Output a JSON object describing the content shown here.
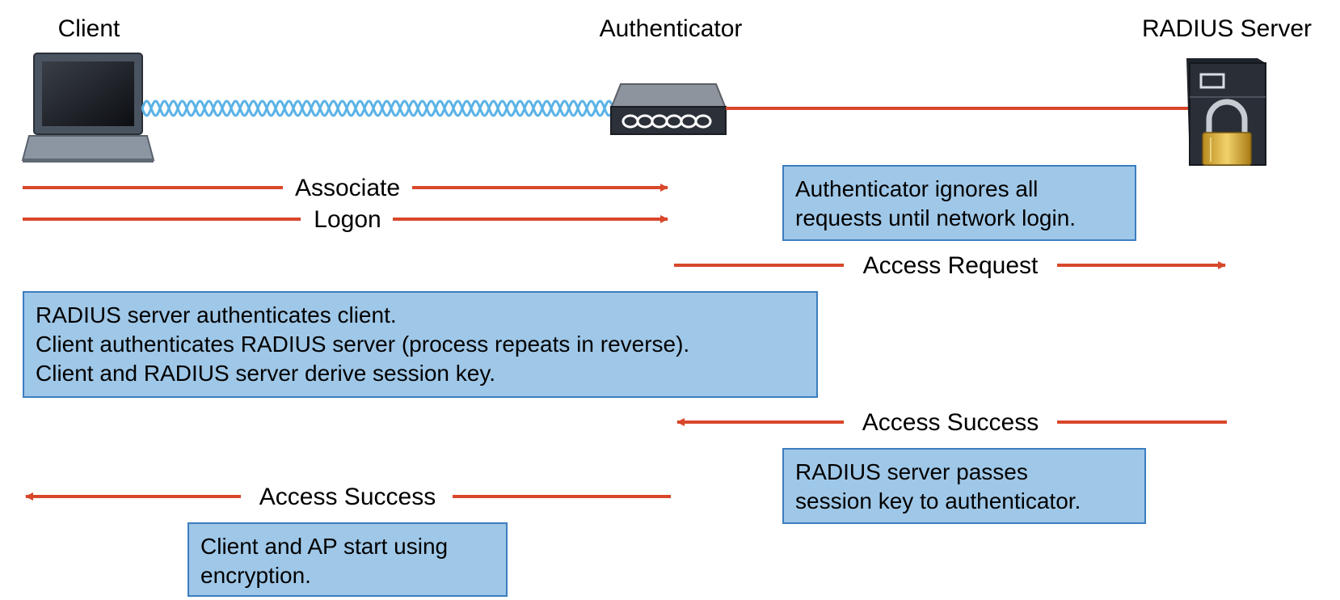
{
  "nodes": {
    "client": "Client",
    "authenticator": "Authenticator",
    "radius": "RADIUS Server"
  },
  "messages": {
    "associate": "Associate",
    "logon": "Logon",
    "access_request": "Access Request",
    "access_success_server": "Access Success",
    "access_success_client": "Access Success"
  },
  "notes": {
    "auth_ignores": [
      "Authenticator ignores all",
      "requests until network login."
    ],
    "mutual_auth": [
      "RADIUS server authenticates client.",
      "Client authenticates RADIUS server (process repeats in reverse).",
      "Client and RADIUS server derive session key."
    ],
    "passes_key": [
      "RADIUS server passes",
      "session key to authenticator."
    ],
    "encryption": [
      "Client and AP start using",
      "encryption."
    ]
  },
  "colors": {
    "arrow": "#d9472b",
    "note_fill": "#9fc7e7",
    "note_border": "#3b7ebf",
    "wireless": "#5bb3e6"
  },
  "icons": {
    "client": "laptop-icon",
    "authenticator": "access-point-icon",
    "radius": "server-lock-icon"
  }
}
